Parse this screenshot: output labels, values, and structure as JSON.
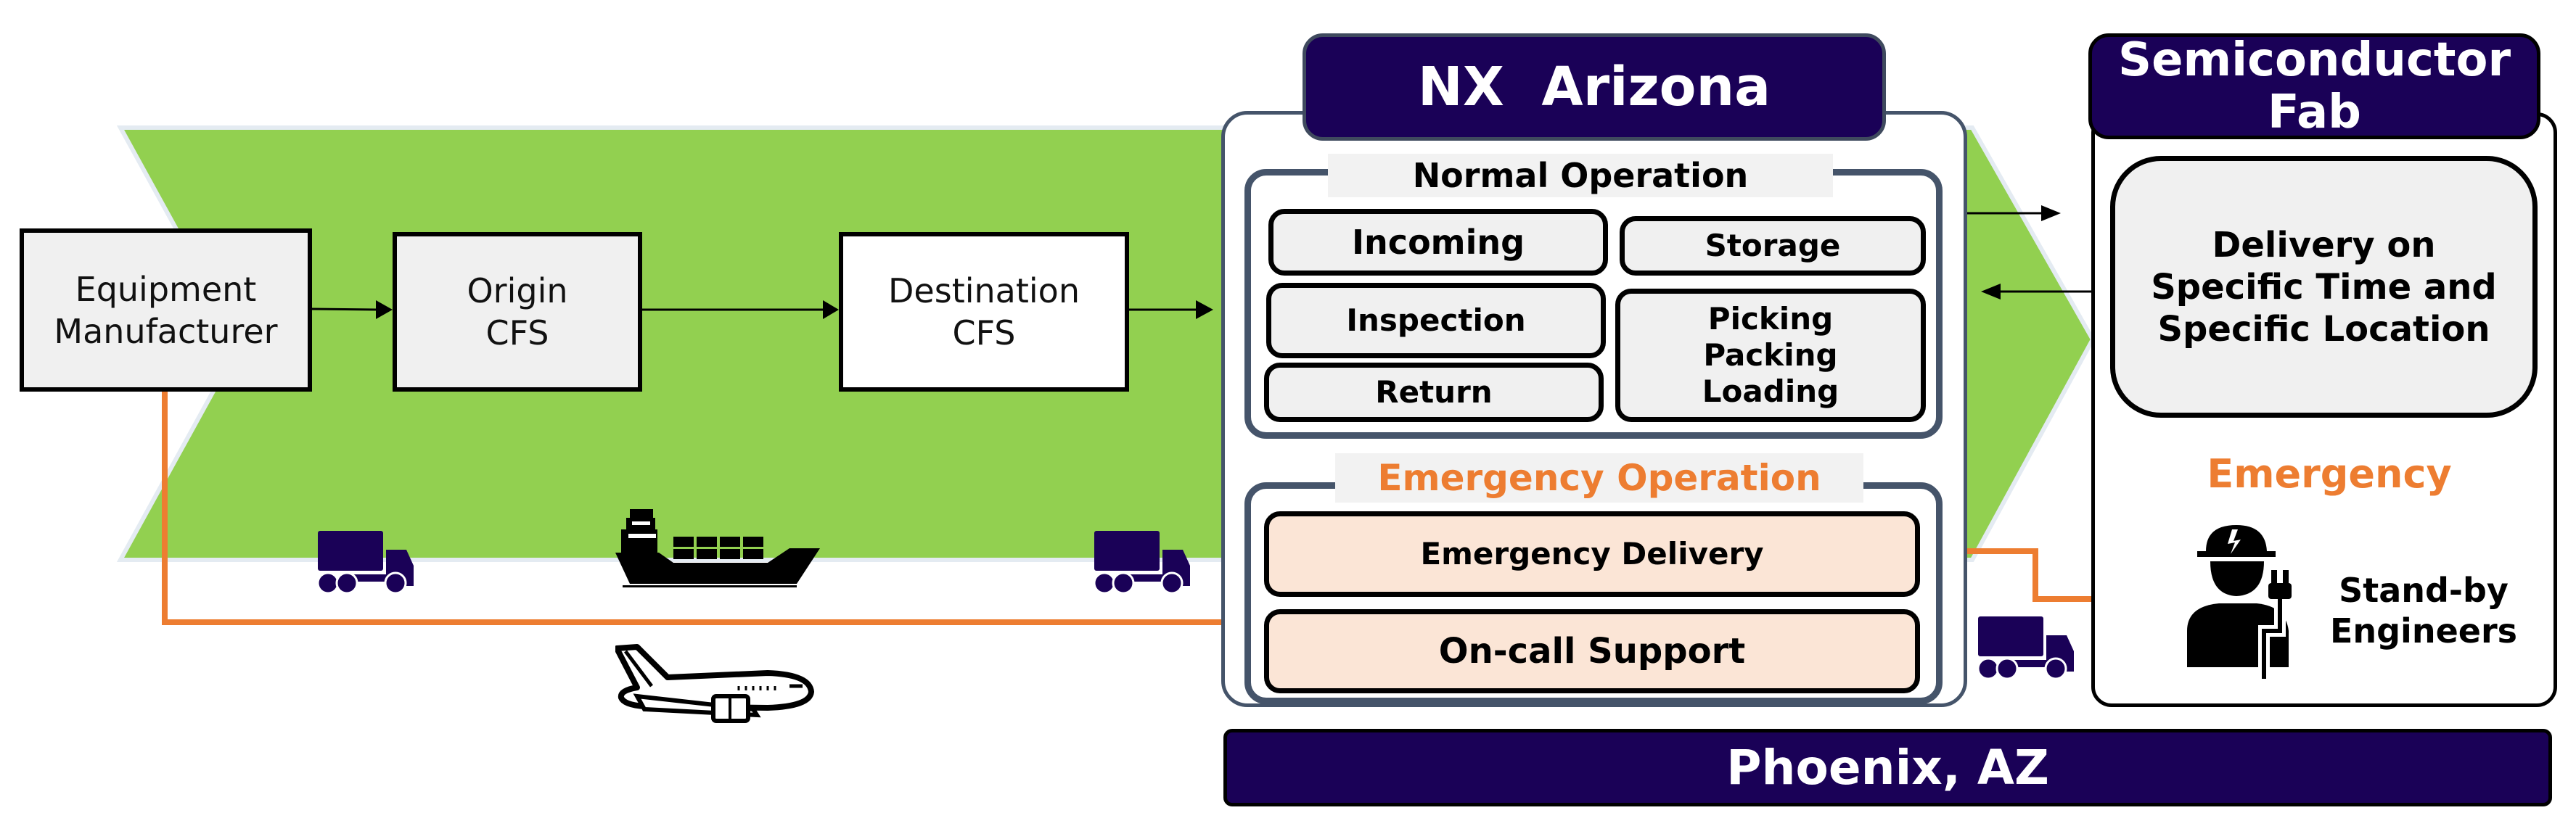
{
  "flow": {
    "equipment_manufacturer": "Equipment\nManufacturer",
    "origin_cfs": "Origin\nCFS",
    "destination_cfs": "Destination\nCFS"
  },
  "nx": {
    "title": "NX  Arizona",
    "normal_operation": {
      "label": "Normal Operation",
      "items": [
        "Incoming",
        "Storage",
        "Inspection",
        "Picking\nPacking\nLoading",
        "Return"
      ]
    },
    "emergency_operation": {
      "label": "Emergency Operation",
      "items": [
        "Emergency Delivery",
        "On-call Support"
      ]
    }
  },
  "fab": {
    "title": "Semiconductor\nFab",
    "delivery": "Delivery on\nSpecific Time and\nSpecific Location",
    "emergency_label": "Emergency",
    "standby": "Stand-by\nEngineers"
  },
  "location": "Phoenix, AZ",
  "icons": {
    "truck": "truck-icon",
    "ship": "container-ship-icon",
    "airplane": "airplane-icon",
    "engineer": "engineer-icon"
  },
  "colors": {
    "navy": "#1a0157",
    "green": "#92d050",
    "orange": "#ed7d31",
    "slate": "#45546a",
    "emergency_fill": "#fbe5d6",
    "box_fill": "#f0f0f0"
  }
}
